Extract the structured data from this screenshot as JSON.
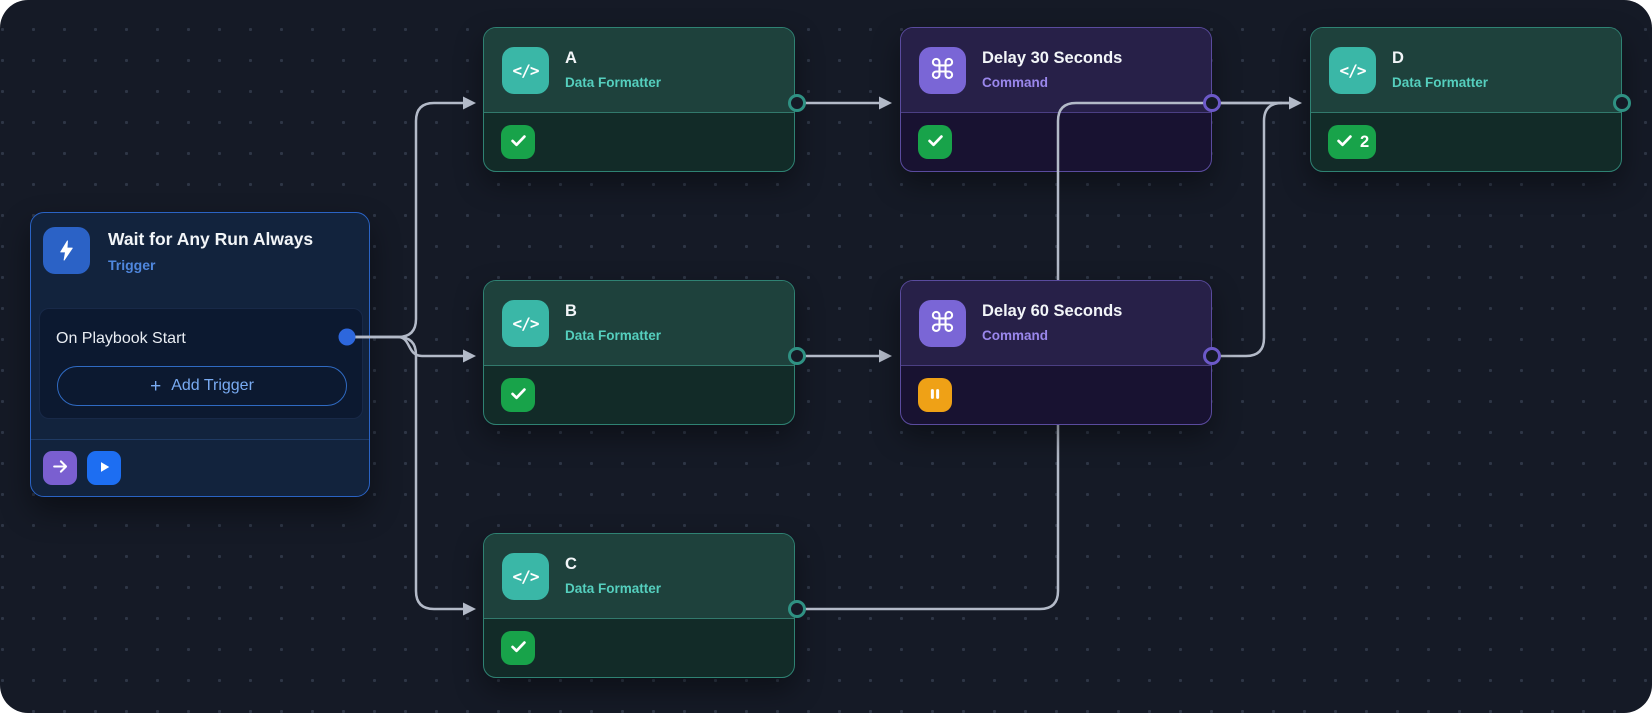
{
  "trigger_node": {
    "title": "Wait for Any Run Always",
    "type_label": "Trigger",
    "event_label": "On Playbook Start",
    "add_button_plus": "+",
    "add_button_label": "Add Trigger"
  },
  "nodes": {
    "a": {
      "title": "A",
      "type_label": "Data Formatter",
      "status": "success"
    },
    "b": {
      "title": "B",
      "type_label": "Data Formatter",
      "status": "success"
    },
    "c": {
      "title": "C",
      "type_label": "Data Formatter",
      "status": "success"
    },
    "d": {
      "title": "D",
      "type_label": "Data Formatter",
      "status": "success",
      "status_count": "2"
    },
    "delay30": {
      "title": "Delay 30 Seconds",
      "type_label": "Command",
      "status": "success"
    },
    "delay60": {
      "title": "Delay 60 Seconds",
      "type_label": "Command",
      "status": "paused"
    }
  },
  "icons": {
    "code": "</>",
    "command": "⌘"
  },
  "edges": [
    {
      "from": "trigger",
      "to": "a"
    },
    {
      "from": "trigger",
      "to": "b"
    },
    {
      "from": "trigger",
      "to": "c"
    },
    {
      "from": "a",
      "to": "delay30"
    },
    {
      "from": "b",
      "to": "delay60"
    },
    {
      "from": "delay30",
      "to": "d"
    },
    {
      "from": "delay60",
      "to": "d"
    },
    {
      "from": "c",
      "to": "d"
    }
  ],
  "colors": {
    "canvas_background": "#151a26",
    "edge": "#b3bac8",
    "teal_accent": "#3ab7a7",
    "purple_accent": "#7a66d6",
    "trigger_blue": "#2b62c6",
    "success_green": "#18a34a",
    "paused_orange": "#efa116"
  }
}
